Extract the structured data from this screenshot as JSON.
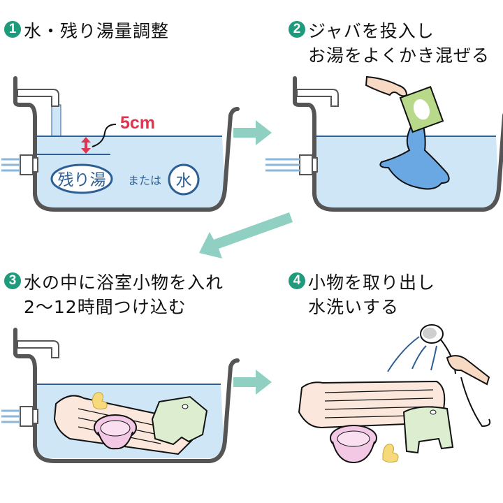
{
  "steps": [
    {
      "number": "1",
      "lines": [
        "水・残り湯量調整"
      ]
    },
    {
      "number": "2",
      "lines": [
        "ジャバを投入し",
        "お湯をよくかき混ぜる"
      ]
    },
    {
      "number": "3",
      "lines": [
        "水の中に浴室小物を入れ",
        "2～12時間つけ込む"
      ]
    },
    {
      "number": "4",
      "lines": [
        "小物を取り出し",
        "水洗いする"
      ]
    }
  ],
  "step1_labels": {
    "depth": "5cm",
    "leftover_water": "残り湯",
    "or": "または",
    "water": "水"
  },
  "colors": {
    "accent_green": "#1e9a7c",
    "arrow": "#8fd0c2",
    "water": "#cfe6f6",
    "waterline": "#2d5f95",
    "tub": "#555555",
    "depth_red": "#e0344f",
    "detergent_liquid": "#6aa8e4",
    "package_green": "#b8d98a"
  }
}
